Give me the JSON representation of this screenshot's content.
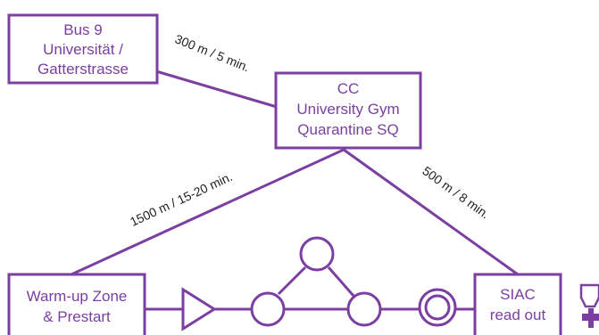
{
  "colors": {
    "accent": "#7a3fa0",
    "label_text": "#222222",
    "background": "#ffffff"
  },
  "nodes": {
    "bus": {
      "lines": [
        "Bus 9",
        "Universität /",
        "Gatterstrasse"
      ]
    },
    "cc": {
      "lines": [
        "CC",
        "University Gym",
        "Quarantine SQ"
      ]
    },
    "warmup": {
      "lines": [
        "Warm-up Zone",
        "& Prestart"
      ]
    },
    "siac": {
      "lines": [
        "SIAC",
        "read out"
      ]
    }
  },
  "edges": {
    "bus_cc": "300 m / 5 min.",
    "cc_warmup": "1500 m / 15-20 min.",
    "cc_siac": "500 m / 8 min."
  },
  "course_icons": [
    "start-triangle-icon",
    "control-circle-icon",
    "finish-double-circle-icon",
    "first-aid-cross-icon"
  ]
}
